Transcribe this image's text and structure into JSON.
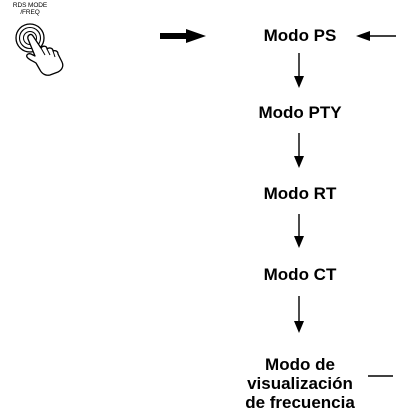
{
  "button": {
    "caption_line1": "RDS MODE",
    "caption_line2": "/FREQ",
    "icon": "hand-pressing-button-icon"
  },
  "modes": [
    {
      "label": "Modo PS"
    },
    {
      "label": "Modo PTY"
    },
    {
      "label": "Modo RT"
    },
    {
      "label": "Modo CT"
    },
    {
      "label_lines": [
        "Modo de",
        "visualización",
        "de frecuencia"
      ]
    }
  ],
  "colors": {
    "ink": "#000000",
    "background": "#ffffff"
  }
}
